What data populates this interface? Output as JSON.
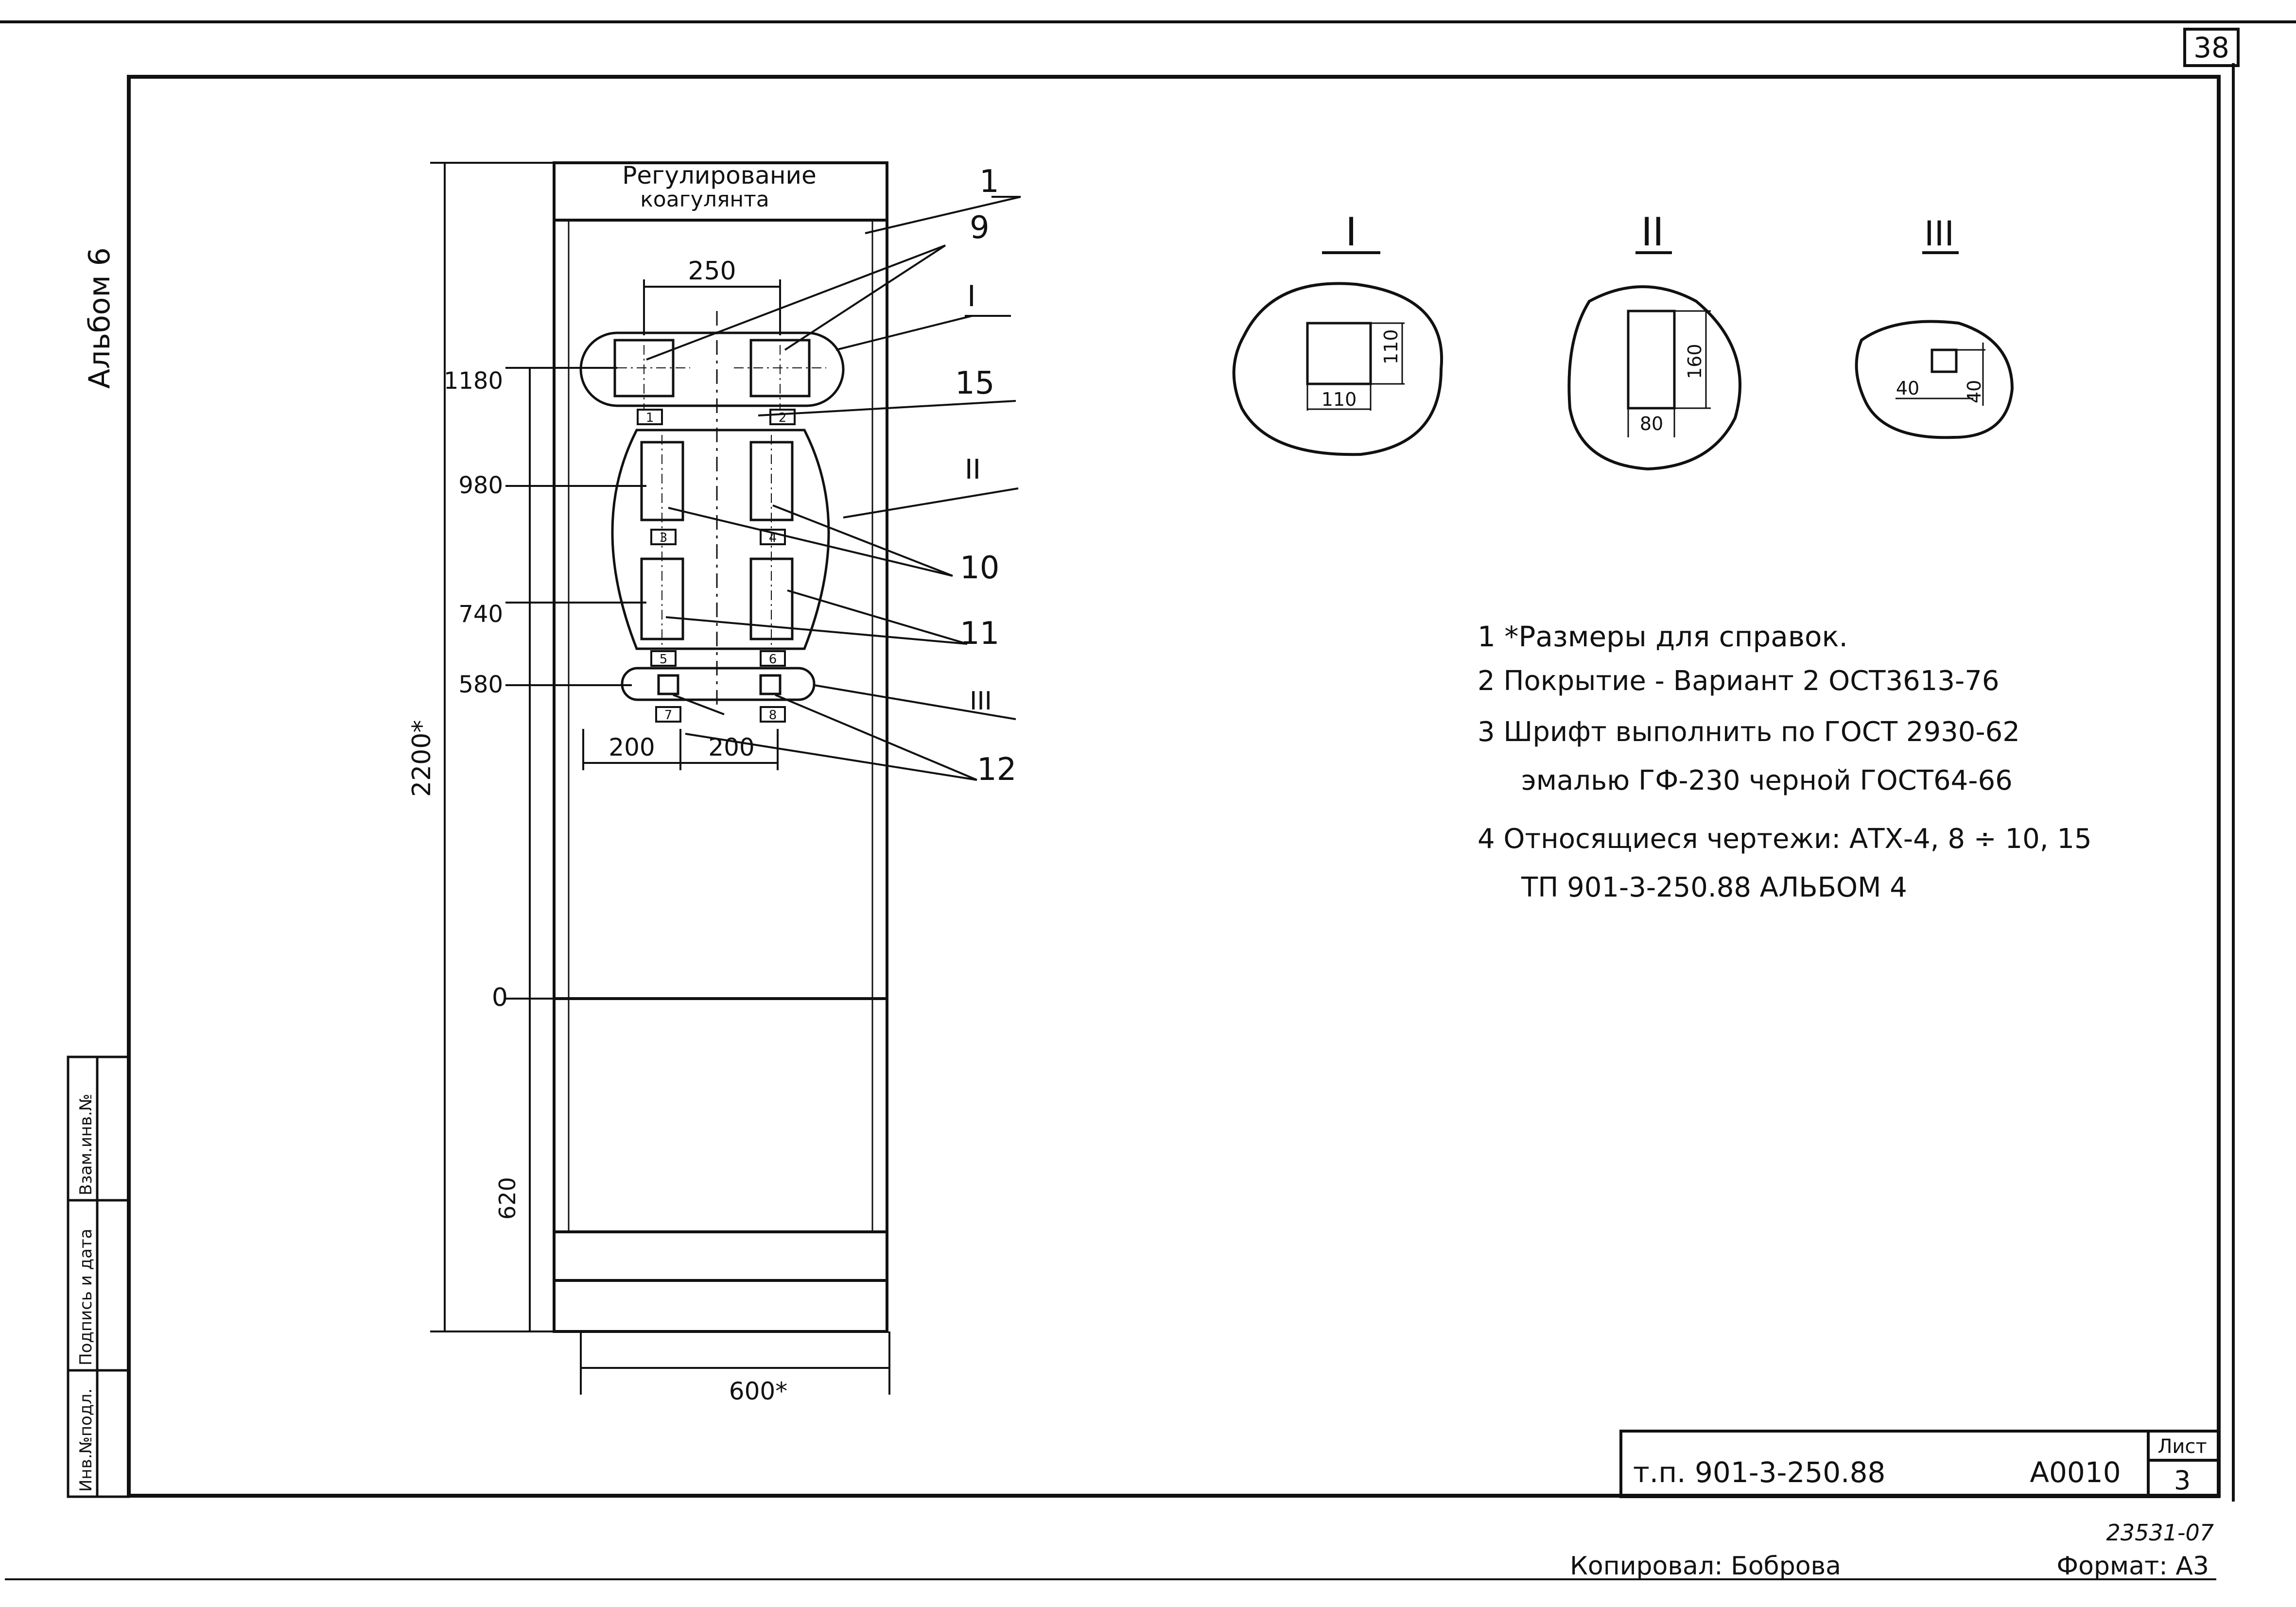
{
  "sheet": {
    "page_corner_number": "38",
    "album_label": "Альбом 6",
    "copied_by": "Копировал: Боброва",
    "format": "Формат: А3",
    "archive_number": "23531-07"
  },
  "side_stamp": {
    "inv_podl": "Инв.№подл.",
    "podpis_data": "Подпись и дата",
    "vzam_inv": "Взам.инв.№"
  },
  "panel": {
    "header": [
      "Регулирование",
      "коагулянта"
    ],
    "callouts": {
      "c1": "1",
      "c9": "9",
      "cI": "I",
      "c15": "15",
      "cII": "II",
      "c10": "10",
      "c11": "11",
      "cIII": "III",
      "c12": "12"
    },
    "dimensions": {
      "top_span": "250",
      "bottom_left": "200",
      "bottom_right": "200",
      "width": "600*",
      "height": "2200*",
      "below_zero": "620"
    },
    "levels": [
      "1180",
      "980",
      "740",
      "580",
      "0"
    ],
    "tags": [
      "1",
      "2",
      "3",
      "4",
      "5",
      "6",
      "7",
      "8"
    ]
  },
  "details": [
    {
      "title": "I",
      "w": "110",
      "h": "110"
    },
    {
      "title": "II",
      "w": "80",
      "h": "160"
    },
    {
      "title": "III",
      "w": "40",
      "h": "40"
    }
  ],
  "notes": [
    "1 *Размеры для справок.",
    "2 Покрытие - Вариант 2 ОСТ3613-76",
    "3 Шрифт выполнить по ГОСТ 2930-62",
    "эмалью ГФ-230 черной ГОСТ64-66",
    "4 Относящиеся чертежи: АТХ-4, 8 ÷ 10, 15",
    "ТП 901-3-250.88 АЛЬБОМ 4"
  ],
  "title_block": {
    "code": "т.п. 901-3-250.88",
    "drawing": "А0010",
    "sheet_label": "Лист",
    "sheet_no": "3"
  }
}
